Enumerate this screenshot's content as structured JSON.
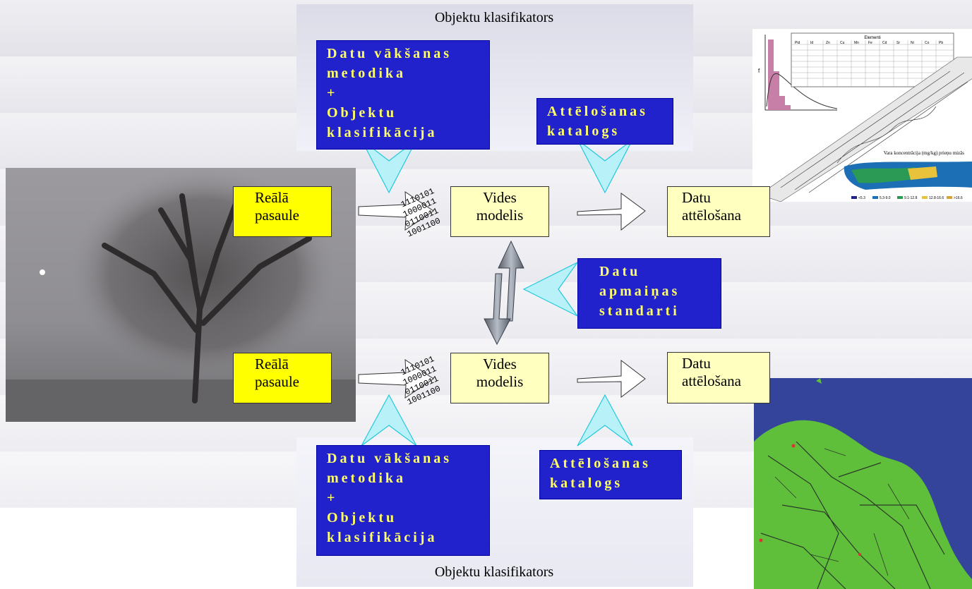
{
  "top_panel": {
    "caption": "Objektu klasifikators"
  },
  "bottom_panel": {
    "caption": "Objektu klasifikators"
  },
  "collection_method": {
    "line1": "Datu vākšanas",
    "line2": "metodika",
    "line3": "+",
    "line4": "Objektu",
    "line5": "klasifikācija"
  },
  "display_catalog": {
    "line1": "Attēlošanas",
    "line2": "katalogs"
  },
  "exchange_standards": {
    "line1": "Datu",
    "line2": "apmaiņas",
    "line3": "standarti"
  },
  "real_world": {
    "line1": "Reālā",
    "line2": "pasaule"
  },
  "env_model": {
    "line1": "Vides",
    "line2": "modelis"
  },
  "data_display": {
    "line1": "Datu",
    "line2": "attēlošana"
  },
  "binary": [
    "1110101",
    "1000011",
    "0110011",
    "1001100"
  ],
  "chart_inset": {
    "table_title": "Elementi",
    "table_header": [
      "Pid",
      "Id",
      "Zn",
      "Cu",
      "Mn",
      "Fe",
      "Cd",
      "Sr",
      "Ni",
      "Co",
      "Pb"
    ],
    "map_title": "Vara koncentrācija (mg/kg) prieņu mizās",
    "legend": [
      "<5.3",
      "5.3-9.0",
      "9.1-12.8",
      "12.8-16.6",
      ">16.6"
    ]
  },
  "colors": {
    "blue_box": "#2222cc",
    "blue_text": "#ffff66",
    "yellow": "#ffff00",
    "pale_yellow": "#ffffc0",
    "cyan": "#33ddee"
  }
}
